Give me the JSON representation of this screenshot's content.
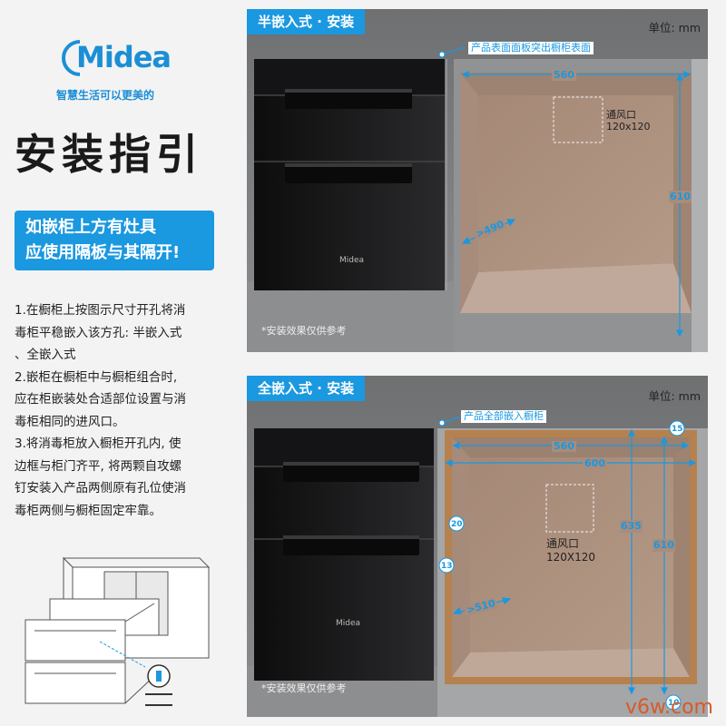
{
  "brand": {
    "logo_text": "Midea",
    "slogan": "智慧生活可以更美的"
  },
  "page_title": "安装指引",
  "warning": {
    "line1": "如嵌柜上方有灶具",
    "line2": "应使用隔板与其隔开!"
  },
  "steps": [
    "1.在橱柜上按图示尺寸开孔将消",
    "毒柜平稳嵌入该方孔: 半嵌入式",
    "、全嵌入式",
    "2.嵌柜在橱柜中与橱柜组合时,",
    "应在柜嵌装处合适部位设置与消",
    "毒柜相同的进风口。",
    "3.将消毒柜放入橱柜开孔内, 使",
    "边框与柜门齐平, 将两颗自攻螺",
    "钉安装入产品两侧原有孔位使消",
    "毒柜两侧与橱柜固定牢靠。"
  ],
  "panel_half": {
    "tag": "半嵌入式 · 安装",
    "unit": "单位:  mm",
    "annotation": "产品表面面板突出橱柜表面",
    "dim_width": "560",
    "dim_height": "610",
    "dim_depth": ">490",
    "vent_label": "通风口",
    "vent_size": "120x120",
    "product_brand": "Midea",
    "note": "*安装效果仅供参考"
  },
  "panel_full": {
    "tag": "全嵌入式 · 安装",
    "unit": "单位:  mm",
    "annotation": "产品全部嵌入橱柜",
    "dim_inner_width": "560",
    "dim_outer_width": "600",
    "dim_outer_height": "635",
    "dim_inner_height": "610",
    "dim_depth": ">510",
    "dim_top": "15",
    "dim_side": "20",
    "dim_left": "13",
    "dim_bottom": "10",
    "vent_label": "通风口",
    "vent_size": "120X120",
    "product_brand": "Midea",
    "note": "*安装效果仅供参考"
  },
  "watermark": "v6w.com",
  "colors": {
    "accent": "#1a98e0",
    "cabinet_inner": "#a88c7c",
    "cabinet_edge": "#b5814f",
    "appliance": "#1b1b1d"
  }
}
